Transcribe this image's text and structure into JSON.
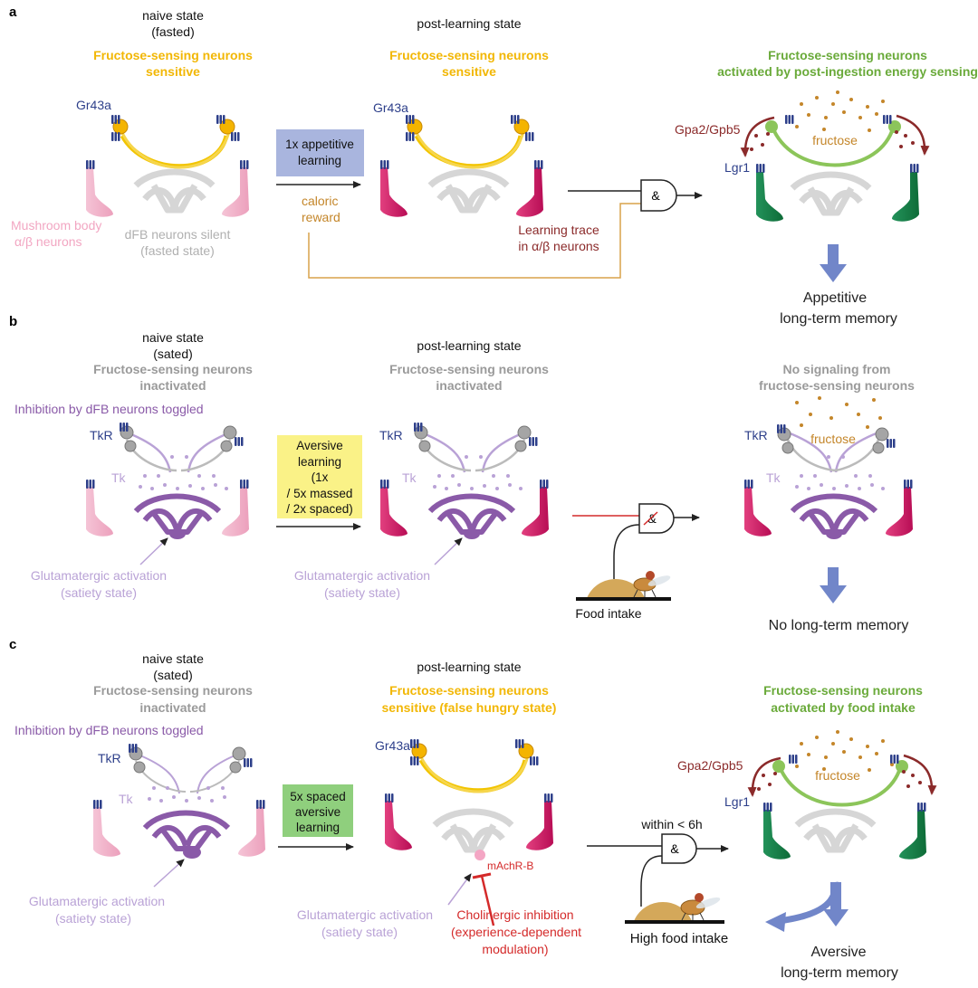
{
  "colors": {
    "yellow": "#f2b705",
    "green_text": "#6aaa3a",
    "gray_text": "#9a9a9a",
    "purple": "#8a5aa8",
    "light_purple": "#b9a2d6",
    "pink": "#f2b6cd",
    "magenta": "#c8115e",
    "dark_green": "#177a44",
    "navy": "#2d3f8a",
    "dark_red": "#8b2a2a",
    "fructose": "#c4862a",
    "arrow_blue": "#7186c9",
    "box_blue": "#a9b5de",
    "box_yellow": "#faf287",
    "box_green": "#8fcf7d",
    "red": "#d42a2a"
  },
  "panel_a": {
    "letter": "a",
    "naive_state_line1": "naive state",
    "naive_state_line2": "(fasted)",
    "naive_title_line1": "Fructose-sensing neurons",
    "naive_title_line2": "sensitive",
    "gr43a_left": "Gr43a",
    "mb_label_line1": "Mushroom body",
    "mb_label_line2": "α/β neurons",
    "dfb_label_line1": "dFB neurons silent",
    "dfb_label_line2": "(fasted state)",
    "learning_box_line1": "1x appetitive",
    "learning_box_line2": "learning",
    "caloric_line1": "caloric",
    "caloric_line2": "reward",
    "post_state": "post-learning state",
    "post_title_line1": "Fructose-sensing neurons",
    "post_title_line2": "sensitive",
    "gr43a_mid": "Gr43a",
    "trace_line1": "Learning trace",
    "trace_line2": "in α/β neurons",
    "gate": "&",
    "result_title_line1": "Fructose-sensing neurons",
    "result_title_line2": "activated by post-ingestion energy sensing",
    "gpa": "Gpa2/Gpb5",
    "fructose": "fructose",
    "lgr1": "Lgr1",
    "memory_line1": "Appetitive",
    "memory_line2": "long-term memory"
  },
  "panel_b": {
    "letter": "b",
    "naive_state_line1": "naive state",
    "naive_state_line2": "(sated)",
    "naive_title_line1": "Fructose-sensing neurons",
    "naive_title_line2": "inactivated",
    "inhibition": "Inhibition by dFB neurons toggled",
    "tkr_left": "TkR",
    "tk_left": "Tk",
    "glut_left_line1": "Glutamatergic activation",
    "glut_left_line2": "(satiety state)",
    "learning_box_line1": "Aversive",
    "learning_box_line2": "learning",
    "learning_box_line3": "(1x",
    "learning_box_line4": "/ 5x massed",
    "learning_box_line5": "/ 2x spaced)",
    "post_state": "post-learning state",
    "post_title_line1": "Fructose-sensing neurons",
    "post_title_line2": "inactivated",
    "tkr_mid": "TkR",
    "tk_mid": "Tk",
    "glut_mid_line1": "Glutamatergic activation",
    "glut_mid_line2": "(satiety state)",
    "gate": "&",
    "food": "Food intake",
    "result_title_line1": "No signaling from",
    "result_title_line2": "fructose-sensing neurons",
    "tkr_right": "TkR",
    "tk_right": "Tk",
    "fructose": "fructose",
    "memory": "No long-term memory"
  },
  "panel_c": {
    "letter": "c",
    "naive_state_line1": "naive state",
    "naive_state_line2": "(sated)",
    "naive_title_line1": "Fructose-sensing neurons",
    "naive_title_line2": "inactivated",
    "inhibition": "Inhibition by dFB neurons toggled",
    "tkr_left": "TkR",
    "tk_left": "Tk",
    "glut_left_line1": "Glutamatergic activation",
    "glut_left_line2": "(satiety state)",
    "learning_box_line1": "5x spaced",
    "learning_box_line2": "aversive",
    "learning_box_line3": "learning",
    "post_state": "post-learning state",
    "post_title_line1": "Fructose-sensing neurons",
    "post_title_line2": "sensitive (false hungry state)",
    "gr43a_mid": "Gr43a",
    "machr": "mAchR-B",
    "glut_mid_line1": "Glutamatergic activation",
    "glut_mid_line2": "(satiety state)",
    "chol_line1": "Cholinergic inhibition",
    "chol_line2": "(experience-dependent",
    "chol_line3": "modulation)",
    "within": "within < 6h",
    "gate": "&",
    "food": "High food intake",
    "result_title_line1": "Fructose-sensing neurons",
    "result_title_line2": "activated by food intake",
    "gpa": "Gpa2/Gpb5",
    "fructose": "fructose",
    "lgr1": "Lgr1",
    "memory_line1": "Aversive",
    "memory_line2": "long-term memory"
  }
}
